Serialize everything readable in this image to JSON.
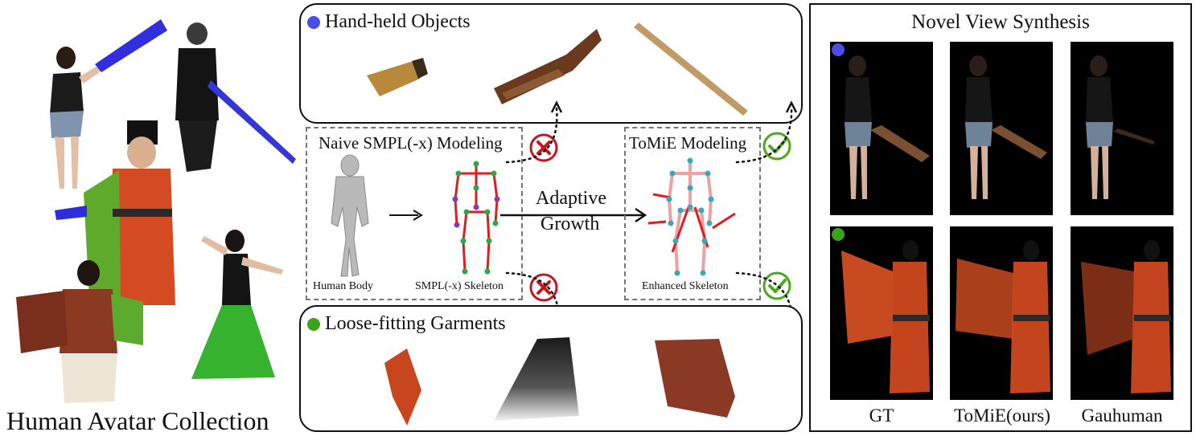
{
  "colors": {
    "objects_dot": "#4a4de6",
    "garments_dot": "#3aa31a",
    "cross": "#c8141e",
    "check": "#4aaa1a",
    "garment_red": "#c8461e",
    "brush_blue": "#3030dd"
  },
  "left_panel": {
    "caption": "Human Avatar Collection"
  },
  "objects_panel": {
    "title": "Hand-held Objects"
  },
  "garments_panel": {
    "title": "Loose-fitting Garments"
  },
  "naive": {
    "title": "Naive SMPL(-x) Modeling",
    "body_label": "Human Body",
    "skeleton_label": "SMPL(-x) Skeleton",
    "status_icon_top": "cross-icon",
    "status_icon_bottom": "cross-icon"
  },
  "growth": {
    "line1": "Adaptive",
    "line2": "Growth"
  },
  "tomie": {
    "title": "ToMiE Modeling",
    "skeleton_label": "Enhanced Skeleton",
    "status_icon_top": "check-icon",
    "status_icon_bottom": "check-icon"
  },
  "nvs": {
    "title": "Novel View Synthesis",
    "columns": [
      "GT",
      "ToMiE(ours)",
      "Gauhuman"
    ]
  }
}
